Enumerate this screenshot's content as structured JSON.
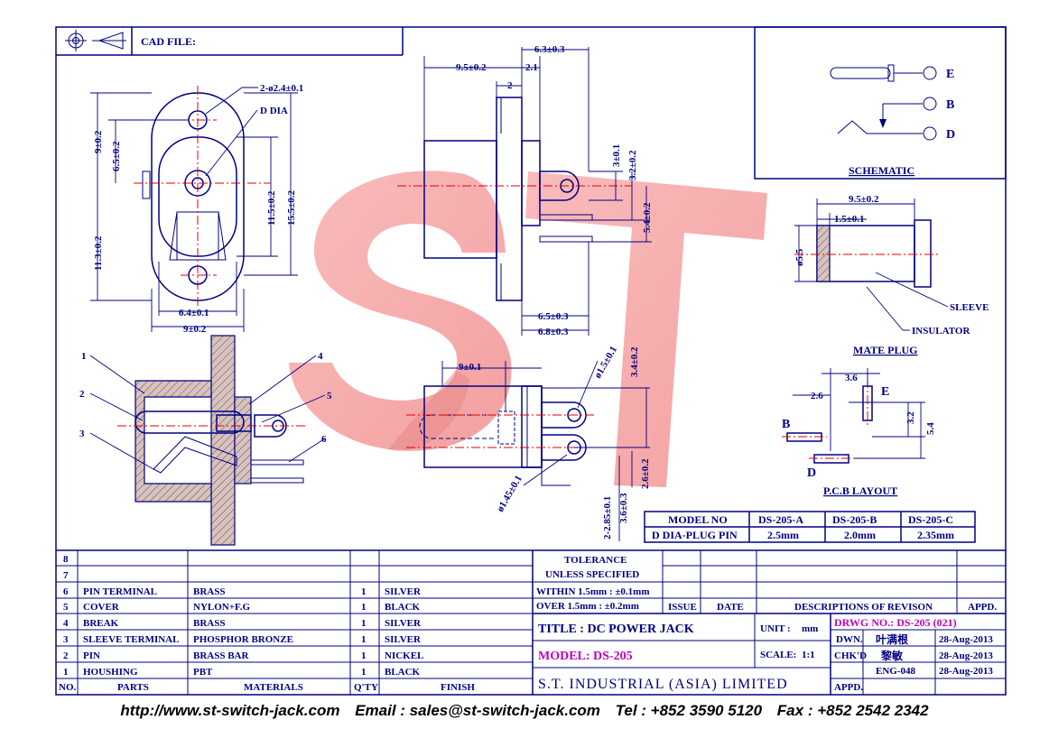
{
  "header": {
    "cad_file_label": "CAD FILE:"
  },
  "dims_front": {
    "holes": "2-ø2.4±0.1",
    "d_dia": "D DIA",
    "h9": "9±0.2",
    "h65": "6.5±0.2",
    "h113": "11.3±0.2",
    "h115": "11.5±0.2",
    "h155": "15.5±0.2",
    "w64": "6.4±0.1",
    "w9": "9±0.2"
  },
  "dims_side": {
    "w63": "6.3±0.3",
    "w95": "9.5±0.2",
    "w21": "2.1",
    "w2": "2",
    "v3": "3±0.1",
    "v32": "3.2±0.2",
    "v54": "5.4±0.2",
    "w65": "6.5±0.3",
    "w68": "6.8±0.3"
  },
  "dims_bottom": {
    "w9": "9±0.1",
    "d15": "ø1.5±0.1",
    "v34": "3.4±0.2",
    "d145": "ø1.45±0.1",
    "v285": "2-2.85±0.1",
    "v36": "3.6±0.3",
    "v26": "2.6±0.2"
  },
  "parts_callouts": [
    "1",
    "2",
    "3",
    "4",
    "5",
    "6"
  ],
  "schematic": {
    "pin_e": "E",
    "pin_b": "B",
    "pin_d": "D",
    "title": "SCHEMATIC"
  },
  "mate_plug": {
    "w95": "9.5±0.2",
    "w15": "1.5±0.1",
    "d55": "ø5.5",
    "sleeve": "SLEEVE",
    "insulator": "INSULATOR",
    "title": "MATE PLUG"
  },
  "pcb_layout": {
    "d36": "3.6",
    "d26": "2.6",
    "d32": "3.2",
    "d54": "5.4",
    "pin_e": "E",
    "pin_b": "B",
    "pin_d": "D",
    "title": "P.C.B LAYOUT"
  },
  "model_table": {
    "headers": [
      "MODEL NO",
      "DS-205-A",
      "DS-205-B",
      "DS-205-C"
    ],
    "row": [
      "D DIA-PLUG PIN",
      "2.5mm",
      "2.0mm",
      "2.35mm"
    ]
  },
  "bom": {
    "rows": [
      {
        "no": "8",
        "part": "",
        "material": "",
        "qty": "",
        "finish": ""
      },
      {
        "no": "7",
        "part": "",
        "material": "",
        "qty": "",
        "finish": ""
      },
      {
        "no": "6",
        "part": "PIN TERMINAL",
        "material": "BRASS",
        "qty": "1",
        "finish": "SILVER"
      },
      {
        "no": "5",
        "part": "COVER",
        "material": "NYLON+F.G",
        "qty": "1",
        "finish": "BLACK"
      },
      {
        "no": "4",
        "part": "BREAK",
        "material": "BRASS",
        "qty": "1",
        "finish": "SILVER"
      },
      {
        "no": "3",
        "part": "SLEEVE TERMINAL",
        "material": "PHOSPHOR BRONZE",
        "qty": "1",
        "finish": "SILVER"
      },
      {
        "no": "2",
        "part": "PIN",
        "material": "BRASS BAR",
        "qty": "1",
        "finish": "NICKEL"
      },
      {
        "no": "1",
        "part": "HOUSHING",
        "material": "PBT",
        "qty": "1",
        "finish": "BLACK"
      }
    ],
    "headers": [
      "NO.",
      "PARTS",
      "MATERIALS",
      "Q'TY",
      "FINISH"
    ]
  },
  "tolerance": {
    "line1": "TOLERANCE",
    "line2": "UNLESS   SPECIFIED",
    "line3": "WITHIN  1.5mm : ±0.1mm",
    "line4": "OVER   1.5mm : ±0.2mm"
  },
  "revision": {
    "issue": "ISSUE",
    "date": "DATE",
    "desc": "DESCRIPTIONS  OF  REVISON",
    "appd": "APPD."
  },
  "title_block": {
    "title": "TITLE : DC POWER JACK",
    "unit_label": "UNIT :",
    "unit": "mm",
    "drwg_no": "DRWG NO.: DS-205 (021)",
    "model": "MODEL:   DS-205",
    "scale_label": "SCALE:",
    "scale": "1:1",
    "company": "S.T.  INDUSTRIAL  (ASIA)  LIMITED",
    "dwn_label": "DWN.",
    "dwn_name": "叶满根",
    "dwn_date": "28-Aug-2013",
    "chkd_label": "CHK'D",
    "chkd_name": "黎敏",
    "chkd_date": "28-Aug-2013",
    "appd_label": "APPD.",
    "appd_name": "ENG-048",
    "appd_date": "28-Aug-2013"
  },
  "watermark": "ST",
  "footer": {
    "url": "http://www.st-switch-jack.com",
    "email": "Email : sales@st-switch-jack.com",
    "tel": "Tel : +852 3590 5120",
    "fax": "Fax : +852 2542 2342"
  },
  "colors": {
    "line": "#000080",
    "center_line": "#e00000",
    "watermark": "#f08a8a",
    "highlight": "#c000c0"
  }
}
